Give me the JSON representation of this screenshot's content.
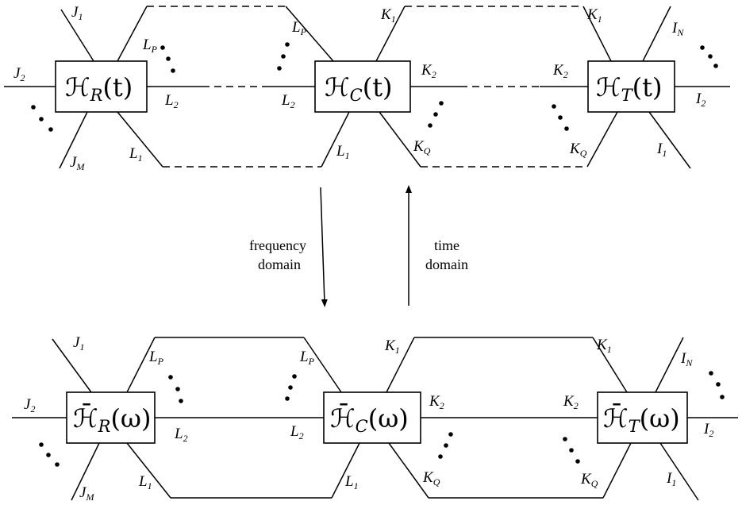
{
  "top_row": {
    "box_r": {
      "symbol": "ℋ",
      "sub": "R",
      "arg": "(t)"
    },
    "box_c": {
      "symbol": "ℋ",
      "sub": "C",
      "arg": "(t)"
    },
    "box_t": {
      "symbol": "ℋ",
      "sub": "T",
      "arg": "(t)"
    }
  },
  "bottom_row": {
    "box_r": {
      "symbol": "ℋ̄",
      "sub": "R",
      "arg": "(ω)"
    },
    "box_c": {
      "symbol": "ℋ̄",
      "sub": "C",
      "arg": "(ω)"
    },
    "box_t": {
      "symbol": "ℋ̄",
      "sub": "T",
      "arg": "(ω)"
    }
  },
  "ports": {
    "J": "J",
    "L": "L",
    "K": "K",
    "I": "I",
    "sub_1": "1",
    "sub_2": "2",
    "sub_M": "M",
    "sub_P": "P",
    "sub_Q": "Q",
    "sub_N": "N"
  },
  "arrows": {
    "down_line1": "frequency",
    "down_line2": "domain",
    "up_line1": "time",
    "up_line2": "domain"
  }
}
